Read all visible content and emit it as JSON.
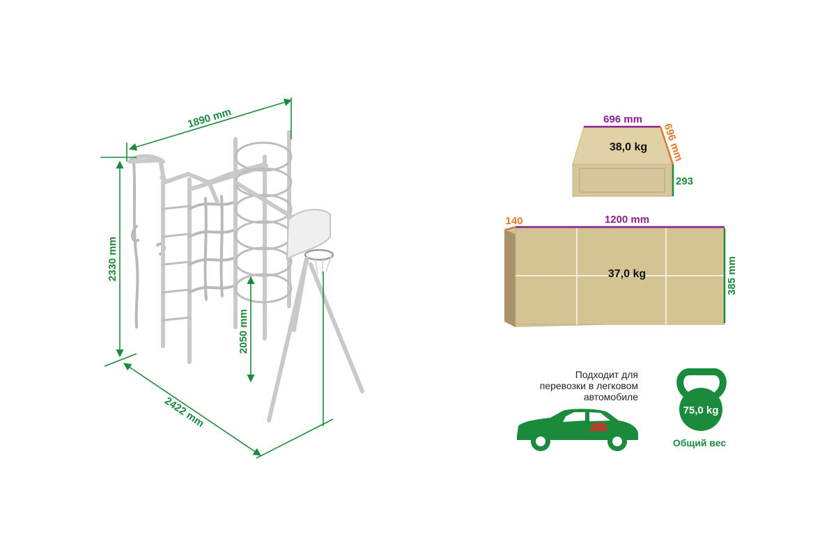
{
  "product": {
    "width_label": "1890 mm",
    "height_label": "2330 mm",
    "depth_label": "2422 mm",
    "hoop_height_label": "2050 mm"
  },
  "box_small": {
    "width_label": "696 mm",
    "depth_label": "696 mm",
    "height_label": "293",
    "weight_label": "38,0 kg"
  },
  "box_long": {
    "depth_label": "140",
    "width_label": "1200 mm",
    "height_label": "385 mm",
    "weight_label": "37,0 kg"
  },
  "transport": {
    "line1": "Подходит для",
    "line2": "перевозки в легковом",
    "line3": "автомобиле"
  },
  "total": {
    "weight_label": "75,0 kg",
    "caption": "Общий вес"
  },
  "colors": {
    "green": "#1a8a3c",
    "purple": "#8a1f8c",
    "orange": "#e07a2e",
    "box": "#d9c9a0"
  }
}
